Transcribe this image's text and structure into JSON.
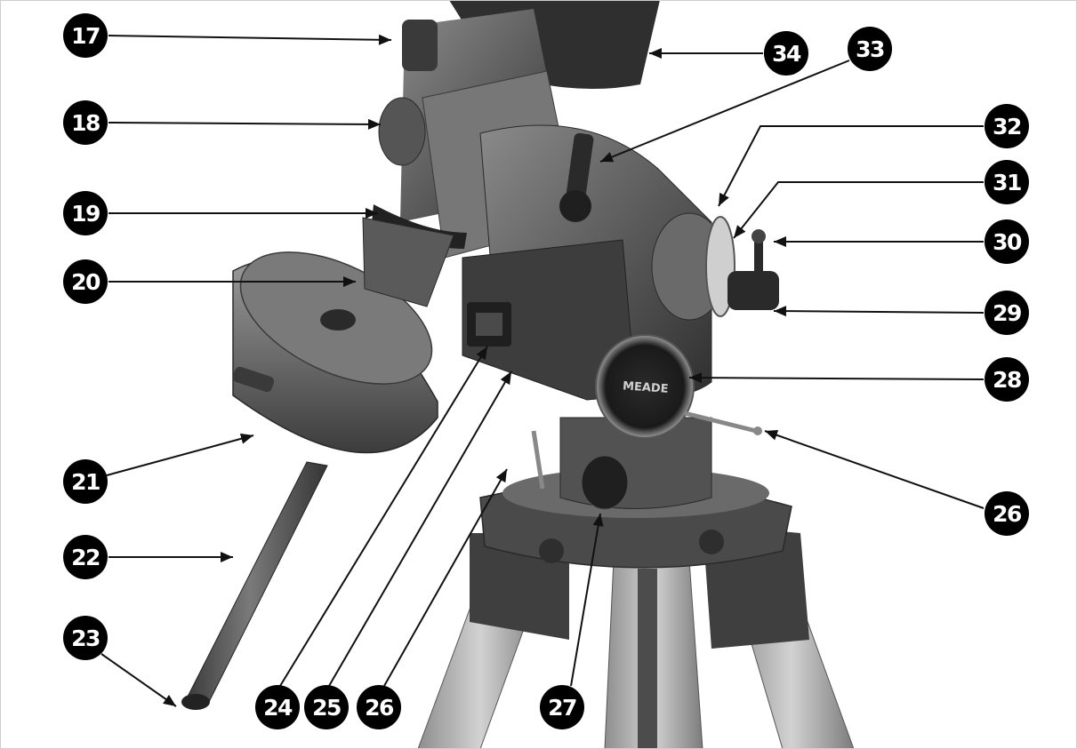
{
  "figure": {
    "subject": "telescope equatorial mount diagram",
    "colors": {
      "background": "#ffffff",
      "callout_fill": "#000000",
      "callout_text": "#ffffff",
      "leader_line": "#111111",
      "metal_dark": "#4a4a4a",
      "metal_mid": "#6d6d6d",
      "metal_light": "#b9b9b9"
    },
    "logo_text": "MEADE",
    "callouts": [
      {
        "id": "c17",
        "label": "17",
        "part": "upper knob"
      },
      {
        "id": "c18",
        "label": "18",
        "part": "side knob"
      },
      {
        "id": "c19",
        "label": "19",
        "part": "gear ring"
      },
      {
        "id": "c20",
        "label": "20",
        "part": "counterweight shaft collar"
      },
      {
        "id": "c21",
        "label": "21",
        "part": "counterweight"
      },
      {
        "id": "c22",
        "label": "22",
        "part": "counterweight shaft"
      },
      {
        "id": "c23",
        "label": "23",
        "part": "shaft end cap"
      },
      {
        "id": "c24",
        "label": "24",
        "part": "control panel port"
      },
      {
        "id": "c25",
        "label": "25",
        "part": "control panel"
      },
      {
        "id": "c26",
        "label": "26",
        "part": "latitude lever (left)"
      },
      {
        "id": "c26b",
        "label": "26",
        "part": "latitude lever (right)"
      },
      {
        "id": "c27",
        "label": "27",
        "part": "azimuth knob"
      },
      {
        "id": "c28",
        "label": "28",
        "part": "latitude dial"
      },
      {
        "id": "c29",
        "label": "29",
        "part": "polar finder"
      },
      {
        "id": "c30",
        "label": "30",
        "part": "finder knob"
      },
      {
        "id": "c31",
        "label": "31",
        "part": "setting circle"
      },
      {
        "id": "c32",
        "label": "32",
        "part": "pointer"
      },
      {
        "id": "c33",
        "label": "33",
        "part": "lock lever"
      },
      {
        "id": "c34",
        "label": "34",
        "part": "cradle"
      }
    ]
  }
}
